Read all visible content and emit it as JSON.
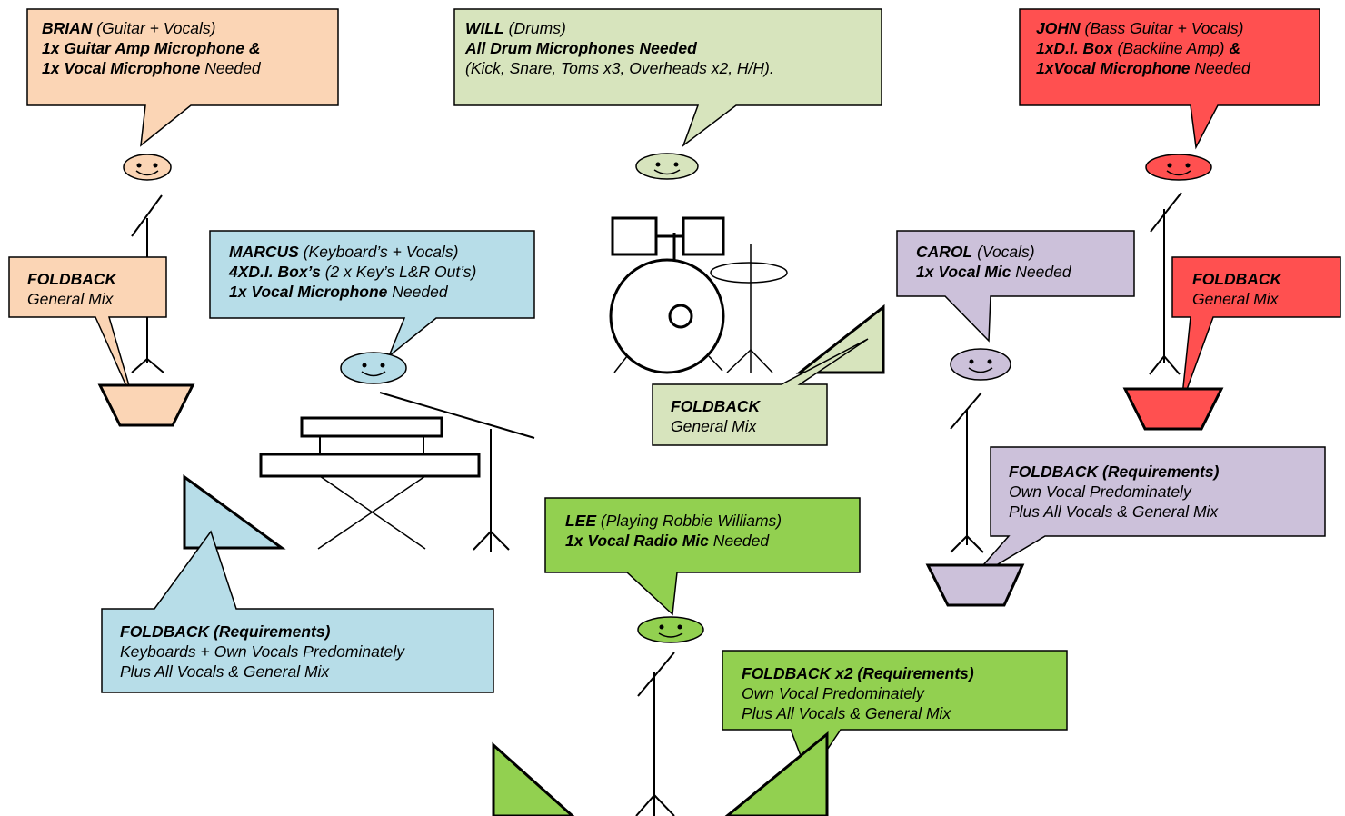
{
  "colors": {
    "brian": "#fbd5b5",
    "will": "#d7e4bd",
    "john": "#ff5050",
    "marcus": "#b7dde8",
    "carol": "#ccc1da",
    "lee": "#92d050"
  },
  "icons": [
    "smiley-face-icon",
    "stick-figure-icon",
    "mic-stand-icon",
    "wedge-monitor-icon",
    "drum-kit-icon",
    "keyboard-stand-icon"
  ],
  "brian": {
    "name": "BRIAN",
    "role": "(Guitar + Vocals)",
    "line2_bold": "1x Guitar Amp Microphone &",
    "line3_bold": "1x Vocal Microphone",
    "line3_rest": "Needed",
    "fb_title": "FOLDBACK",
    "fb_text": "General Mix"
  },
  "will": {
    "name": "WILL",
    "role": "(Drums)",
    "line2_bold": "All Drum Microphones Needed",
    "line3": "(Kick, Snare, Toms x3, Overheads x2, H/H).",
    "fb_title": "FOLDBACK",
    "fb_text": "General Mix"
  },
  "john": {
    "name": "JOHN",
    "role": "(Bass Guitar + Vocals)",
    "line2_bold": "1xD.I. Box",
    "line2_rest": "(Backline Amp)",
    "line2_amp": "&",
    "line3_bold": "1xVocal Microphone",
    "line3_rest": "Needed",
    "fb_title": "FOLDBACK",
    "fb_text": "General Mix"
  },
  "marcus": {
    "name": "MARCUS",
    "role": "(Keyboard’s + Vocals)",
    "line2_bold": "4XD.I. Box’s",
    "line2_rest": "(2 x Key’s L&R Out’s)",
    "line3_bold": "1x Vocal Microphone",
    "line3_rest": "Needed",
    "fb_title": "FOLDBACK (Requirements)",
    "fb_line1": "Keyboards + Own Vocals Predominately",
    "fb_line2": "Plus All Vocals & General Mix"
  },
  "carol": {
    "name": "CAROL",
    "role": "(Vocals)",
    "line2_bold": "1x Vocal Mic",
    "line2_rest": "Needed",
    "fb_title": "FOLDBACK (Requirements)",
    "fb_line1": "Own Vocal Predominately",
    "fb_line2": "Plus All Vocals & General Mix"
  },
  "lee": {
    "name": "LEE",
    "role": "(Playing Robbie Williams)",
    "line2_bold": "1x Vocal Radio Mic",
    "line2_rest": "Needed",
    "fb_title": "FOLDBACK x2 (Requirements)",
    "fb_line1": "Own Vocal Predominately",
    "fb_line2": "Plus All Vocals & General Mix"
  }
}
